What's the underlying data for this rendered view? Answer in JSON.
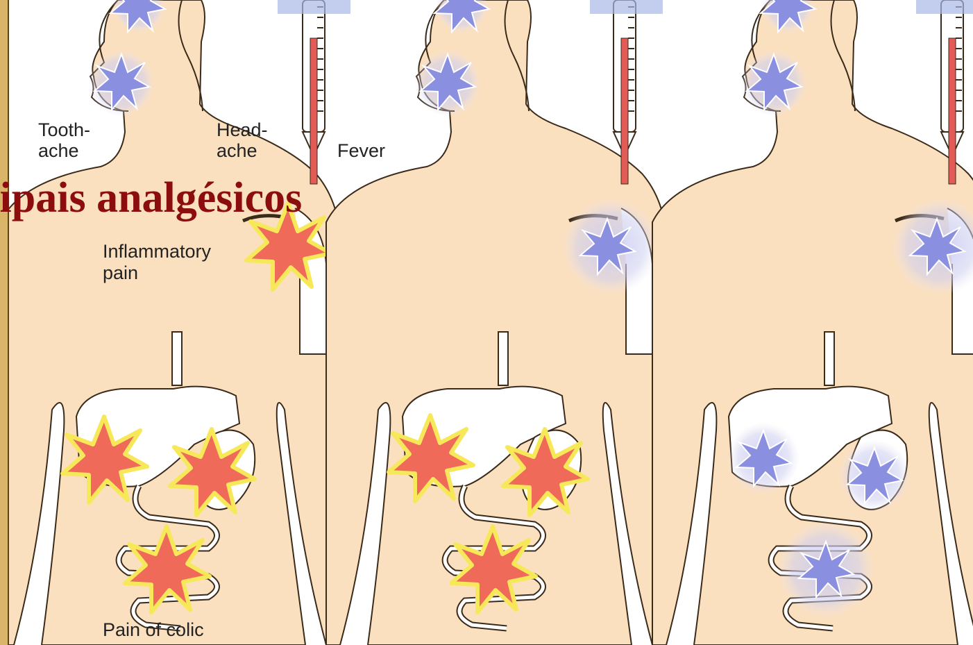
{
  "title": "cipais analgésicos",
  "labels": {
    "toothache_1": "Tooth-",
    "toothache_2": "ache",
    "headache_1": "Head-",
    "headache_2": "ache",
    "fever": "Fever",
    "inflammatory_1": "Inflammatory",
    "inflammatory_2": "pain",
    "colic": "Pain of colic"
  },
  "colors": {
    "skin": "#fbe0c0",
    "frame": "#d9b56a",
    "pain_red": "#f06a5a",
    "pain_blue": "#8b8fe0",
    "title": "#8b0d0d",
    "thermometer_red": "#e25b57"
  }
}
